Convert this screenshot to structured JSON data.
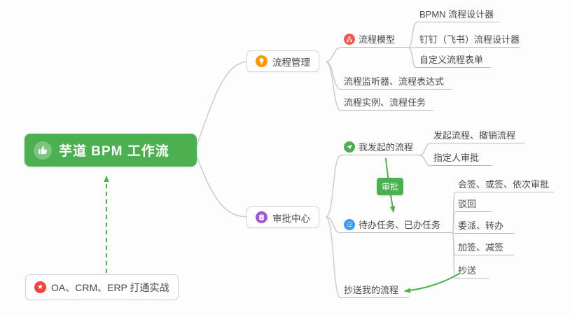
{
  "root": {
    "label": "芋道 BPM 工作流",
    "icon": "thumbs-up-icon"
  },
  "nodes": {
    "process_mgmt": {
      "label": "流程管理",
      "icon": "bulb-icon"
    },
    "process_model": {
      "label": "流程模型",
      "icon": "model-icon"
    },
    "bpmn_designer": {
      "label": "BPMN 流程设计器"
    },
    "dingtalk_designer": {
      "label": "钉钉（飞书）流程设计器"
    },
    "custom_form": {
      "label": "自定义流程表单"
    },
    "listener_expression": {
      "label": "流程监听器、流程表达式"
    },
    "instance_task": {
      "label": "流程实例、流程任务"
    },
    "approval_center": {
      "label": "审批中心",
      "icon": "clipboard-icon"
    },
    "my_initiated": {
      "label": "我发起的流程",
      "icon": "paper-plane-icon"
    },
    "initiate_cancel": {
      "label": "发起流程、撤销流程"
    },
    "designated_approver": {
      "label": "指定人审批"
    },
    "todo_done": {
      "label": "待办任务、已办任务",
      "icon": "checklist-icon"
    },
    "countersign": {
      "label": "会签、或签、依次审批"
    },
    "reject": {
      "label": "驳回"
    },
    "delegate_transfer": {
      "label": "委派、转办"
    },
    "add_remove_sign": {
      "label": "加签、减签"
    },
    "cc": {
      "label": "抄送"
    },
    "cc_my_process": {
      "label": "抄送我的流程"
    },
    "oa_crm_erp": {
      "label": "OA、CRM、ERP 打通实战",
      "icon": "star-icon"
    }
  },
  "edge_labels": {
    "approval": "审批"
  },
  "icons": {
    "star_glyph": "★"
  },
  "colors": {
    "root_bg": "#4caf50",
    "orange": "#ff9800",
    "red": "#f25a55",
    "purple": "#a159d1",
    "green": "#4caf50",
    "blue": "#3d9bf0",
    "star_red": "#f4433f",
    "badge_bg": "#4caf50",
    "arrow_green": "#4caf50",
    "edge_gray": "#cccccc"
  }
}
